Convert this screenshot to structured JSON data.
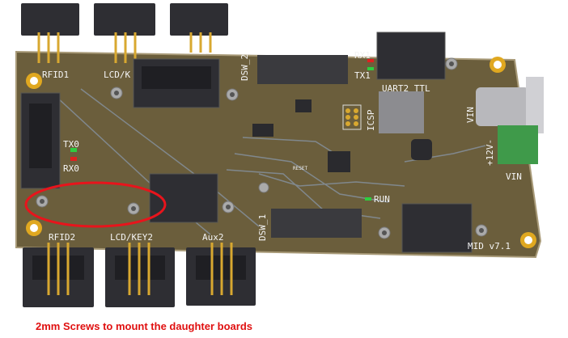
{
  "board": {
    "version_label": "MID v7.1",
    "connectors_top": [
      "RFID1",
      "LCD/K"
    ],
    "connectors_bottom": [
      "RFID2",
      "LCD/KEY2",
      "Aux2"
    ],
    "leds_left": [
      "TX0",
      "RX0"
    ],
    "leds_uart": [
      "RX1",
      "TX1"
    ],
    "uart_label": "UART2 TTL",
    "dip_switches": [
      "DSW_2",
      "DSW_1"
    ],
    "icsp_label": "ICSP",
    "vin_jack_label": "VIN",
    "terminal_polarity": "+12V-",
    "terminal_label": "VIN",
    "run_led": "RUN",
    "reset_label": "RESET"
  },
  "annotation": {
    "caption": "2mm Screws to mount the  daughter boards",
    "highlight_color": "#e8141c"
  },
  "colors": {
    "pcb": "#6b5e3c",
    "connector": "#2e2e33",
    "gold": "#d8a830",
    "terminal": "#3f9a4a"
  }
}
